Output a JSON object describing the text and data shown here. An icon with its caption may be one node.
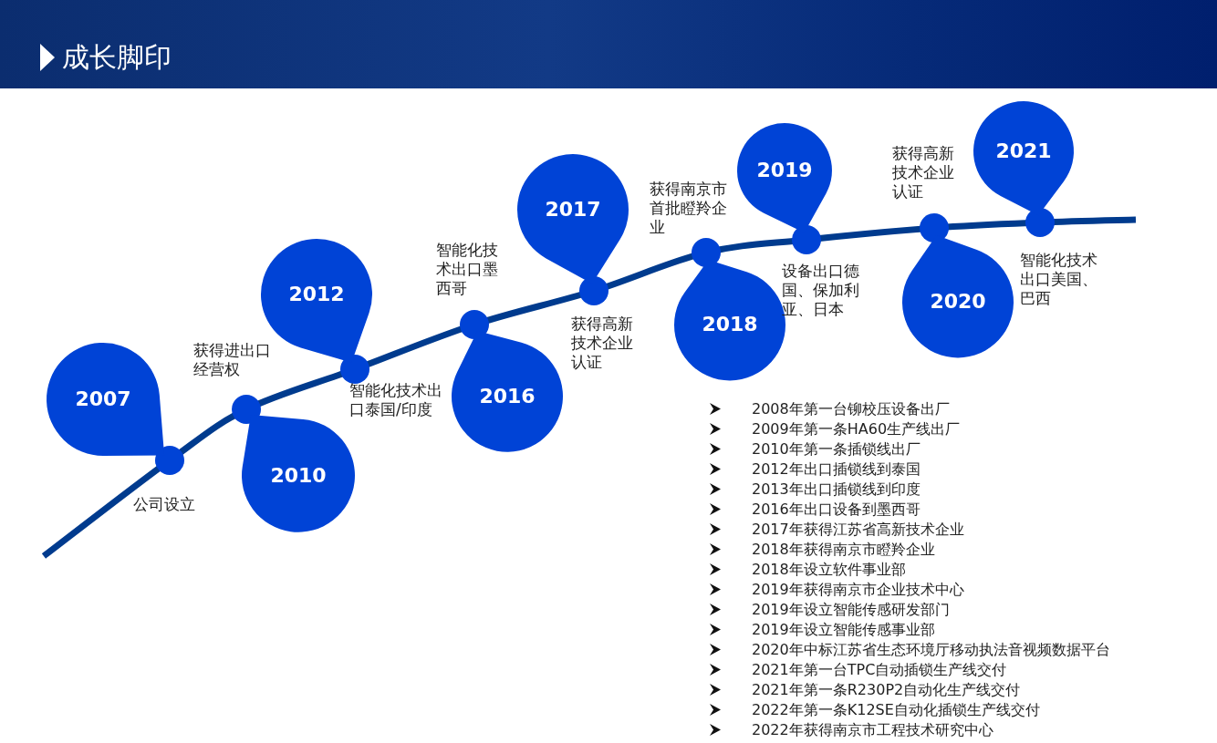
{
  "diagram": {
    "title": "成长脚印",
    "nodes": [
      {
        "text": [
          "2007"
        ]
      },
      {
        "text": [
          "2010"
        ]
      },
      {
        "text": [
          "2012"
        ]
      },
      {
        "text": [
          "2016"
        ]
      },
      {
        "text": [
          "2017"
        ]
      },
      {
        "text": [
          "2018"
        ]
      },
      {
        "text": [
          "2019"
        ]
      },
      {
        "text": [
          "2020"
        ]
      },
      {
        "text": [
          "2021"
        ]
      }
    ],
    "labels": [
      "公司设立",
      "获得进出口经营权",
      "智能化技术出口泰国/印度",
      "智能化技术出口墨西哥",
      "获得高新技术企业认证",
      "获得南京市首批瞪羚企业",
      "设备出口德国、保加利亚、日本",
      "获得高新技术企业认证",
      "智能化技术出口美国、巴西",
      "2008年第一台铆校压设备出厂",
      "2009年第一条HA60生产线出厂",
      "2010年第一条插锁线出厂",
      "2012年出口插锁线到泰国",
      "2013年出口插锁线到印度",
      "2016年出口设备到墨西哥",
      "2017年获得江苏省高新技术企业",
      "2018年获得南京市瞪羚企业",
      "2018年设立软件事业部",
      "2019年获得南京市企业技术中心",
      "2019年设立智能传感研发部门",
      "2019年设立智能传感事业部",
      "2020年中标江苏省生态环境厅移动执法音视频数据平台",
      "2021年第一台TPC自动插锁生产线交付",
      "2021年第一条R230P2自动化生产线交付",
      "2022年第一条K12SE自动化插锁生产线交付",
      "2022年获得南京市工程技术研究中心"
    ]
  }
}
